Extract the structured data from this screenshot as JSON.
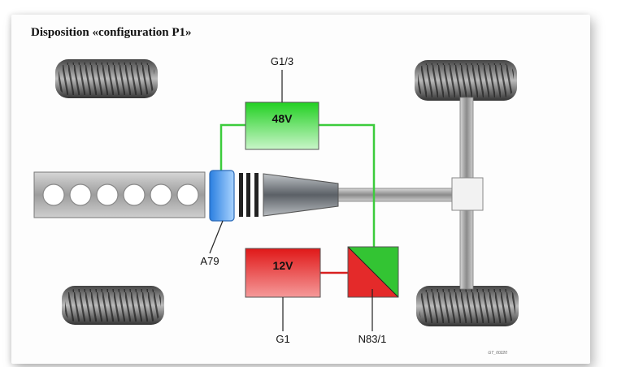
{
  "title": "Disposition «configuration P1»",
  "components": {
    "battery_48v": {
      "label": "48V",
      "ref": "G1/3",
      "color": "#33d633"
    },
    "battery_12v": {
      "label": "12V",
      "ref": "G1",
      "color": "#e42a2a"
    },
    "converter": {
      "ref": "N83/1"
    },
    "starter_generator": {
      "ref": "A79",
      "color": "#4a9be8"
    }
  },
  "footnote": "GT_00220"
}
